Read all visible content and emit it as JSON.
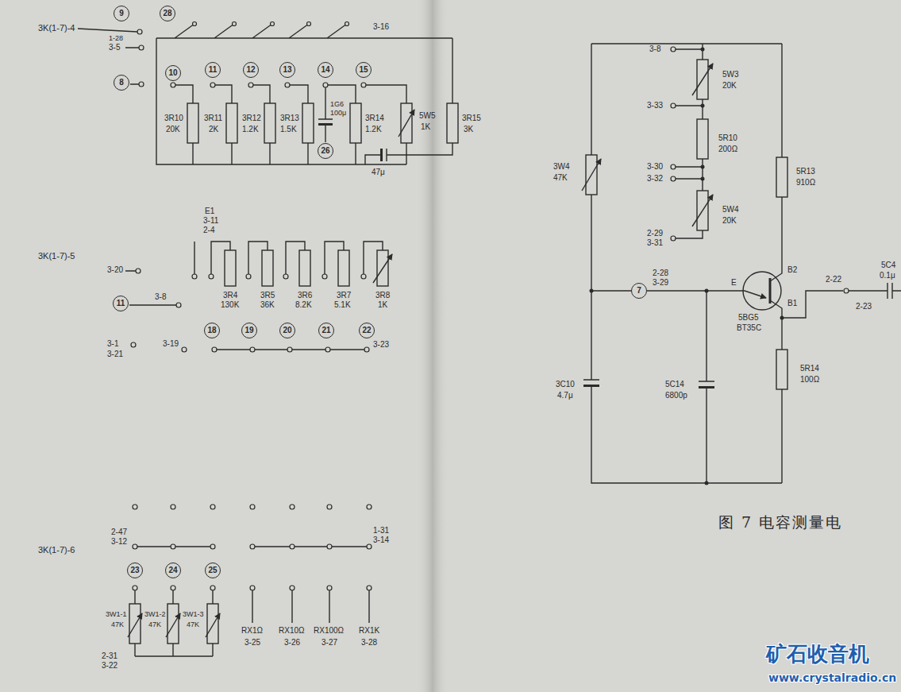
{
  "diagram": {
    "caption": "图 7 电容测量电",
    "nodes": [
      {
        "text": [
          "9"
        ]
      },
      {
        "text": [
          "28"
        ]
      },
      {
        "text": [
          "8"
        ]
      },
      {
        "text": [
          "10"
        ]
      },
      {
        "text": [
          "11"
        ]
      },
      {
        "text": [
          "12"
        ]
      },
      {
        "text": [
          "13"
        ]
      },
      {
        "text": [
          "14"
        ]
      },
      {
        "text": [
          "15"
        ]
      },
      {
        "text": [
          "26"
        ]
      },
      {
        "text": [
          "11"
        ]
      },
      {
        "text": [
          "18"
        ]
      },
      {
        "text": [
          "19"
        ]
      },
      {
        "text": [
          "20"
        ]
      },
      {
        "text": [
          "21"
        ]
      },
      {
        "text": [
          "22"
        ]
      },
      {
        "text": [
          "23"
        ]
      },
      {
        "text": [
          "24"
        ]
      },
      {
        "text": [
          "25"
        ]
      },
      {
        "text": [
          "7"
        ]
      }
    ],
    "labels": [
      "3K(1-7)-4",
      "1-28",
      "3-5",
      "3-16",
      "3R10",
      "20K",
      "3R11",
      "2K",
      "3R12",
      "1.2K",
      "3R13",
      "1.5K",
      "1G6",
      "100μ",
      "3R14",
      "1.2K",
      "5W5",
      "1K",
      "3R15",
      "3K",
      "47μ",
      "3K(1-7)-5",
      "E1",
      "3-11",
      "2-4",
      "3-20",
      "3R4",
      "130K",
      "3R5",
      "36K",
      "3R6",
      "8.2K",
      "3R7",
      "5.1K",
      "3R8",
      "1K",
      "3-8",
      "3-1",
      "3-21",
      "3-19",
      "3-23",
      "3K(1-7)-6",
      "2-47",
      "3-12",
      "1-31",
      "3-14",
      "3W1-1",
      "47K",
      "3W1-2",
      "47K",
      "3W1-3",
      "47K",
      "2-31",
      "3-22",
      "RX1Ω",
      "3-25",
      "RX10Ω",
      "3-26",
      "RX100Ω",
      "3-27",
      "RX1K",
      "3-28",
      "3-8",
      "3-33",
      "3-30",
      "3-32",
      "2-29",
      "3-31",
      "5W3",
      "20K",
      "5R10",
      "200Ω",
      "5W4",
      "20K",
      "3W4",
      "47K",
      "5R13",
      "910Ω",
      "2-28",
      "3-29",
      "E",
      "B2",
      "B1",
      "5BG5",
      "BT35C",
      "2-22",
      "5C4",
      "0.1μ",
      "2-23",
      "3C10",
      "4.7μ",
      "5C14",
      "6800p",
      "5R14",
      "100Ω",
      "矿石收音机",
      "www.crystalradio.cn"
    ]
  }
}
